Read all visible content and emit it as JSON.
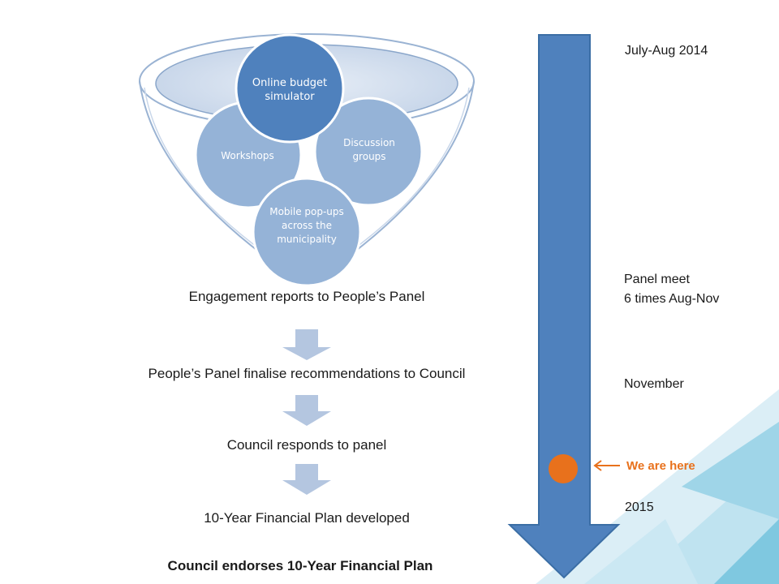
{
  "funnel": {
    "circles": [
      {
        "key": "online",
        "label": "Online budget simulator"
      },
      {
        "key": "workshops",
        "label": "Workshops"
      },
      {
        "key": "discussion",
        "label": "Discussion groups"
      },
      {
        "key": "mobile",
        "label": "Mobile pop-ups across the municipality"
      }
    ]
  },
  "steps": [
    "Engagement reports to People’s Panel",
    "People’s Panel finalise recommendations to Council",
    "Council responds to panel",
    "10-Year Financial Plan developed",
    "Council endorses 10-Year Financial Plan"
  ],
  "timeline": {
    "labels": [
      "July-Aug 2014",
      "Panel meet",
      "6 times Aug-Nov",
      "November",
      "2015"
    ],
    "marker": {
      "label": "We are here",
      "color": "#e8711c"
    }
  },
  "colors": {
    "arrow": "#4f81bd",
    "circle_dark": "#4f81bd",
    "circle_light": "#95b3d7",
    "chevron": "#b4c6e0",
    "marker": "#e8711c"
  }
}
